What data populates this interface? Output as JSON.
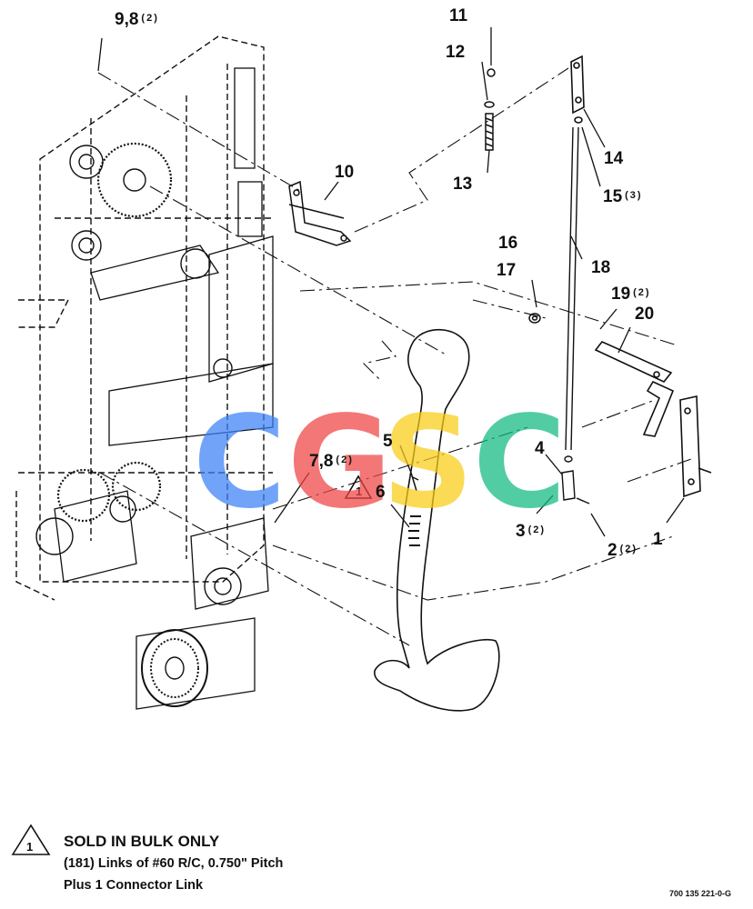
{
  "callouts": [
    {
      "id": "c-9-8",
      "label": "9,8",
      "qty": "(2)"
    },
    {
      "id": "c-11",
      "label": "11",
      "qty": ""
    },
    {
      "id": "c-12",
      "label": "12",
      "qty": ""
    },
    {
      "id": "c-13",
      "label": "13",
      "qty": ""
    },
    {
      "id": "c-14",
      "label": "14",
      "qty": ""
    },
    {
      "id": "c-15",
      "label": "15",
      "qty": "(3)"
    },
    {
      "id": "c-10",
      "label": "10",
      "qty": ""
    },
    {
      "id": "c-16",
      "label": "16",
      "qty": ""
    },
    {
      "id": "c-17",
      "label": "17",
      "qty": ""
    },
    {
      "id": "c-18",
      "label": "18",
      "qty": ""
    },
    {
      "id": "c-19",
      "label": "19",
      "qty": "(2)"
    },
    {
      "id": "c-20",
      "label": "20",
      "qty": ""
    },
    {
      "id": "c-5",
      "label": "5",
      "qty": ""
    },
    {
      "id": "c-7-8",
      "label": "7,8",
      "qty": "(2)"
    },
    {
      "id": "c-6",
      "label": "6",
      "qty": ""
    },
    {
      "id": "c-4",
      "label": "4",
      "qty": ""
    },
    {
      "id": "c-3",
      "label": "3",
      "qty": "(2)"
    },
    {
      "id": "c-2",
      "label": "2",
      "qty": "(2)"
    },
    {
      "id": "c-1",
      "label": "1",
      "qty": ""
    }
  ],
  "note": {
    "symbol": "1",
    "title": "SOLD IN BULK ONLY",
    "line1": "(181) Links of #60 R/C, 0.750\" Pitch",
    "line2": "Plus 1 Connector Link"
  },
  "drawing_number": "700 135 221-0-G",
  "watermark": {
    "letters": [
      "C",
      "G",
      "S",
      "C"
    ],
    "colors": [
      "#3b82f6",
      "#ef4444",
      "#facc15",
      "#10b981"
    ]
  }
}
